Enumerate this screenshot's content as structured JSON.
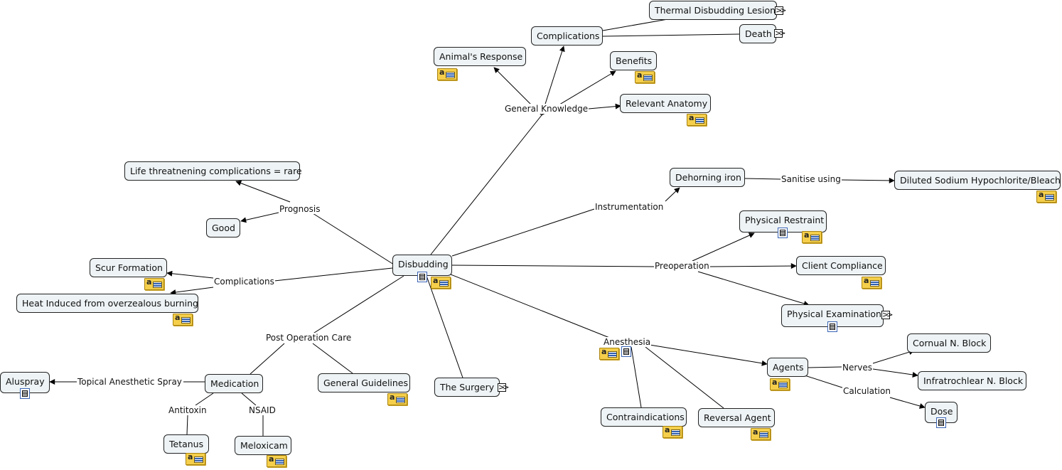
{
  "nodes": {
    "disbudding": "Disbudding",
    "animals_response": "Animal's Response",
    "complications_top": "Complications",
    "thermal_lesion": "Thermal Disbudding Lesion",
    "death": "Death",
    "benefits": "Benefits",
    "relevant_anatomy": "Relevant Anatomy",
    "life_threatening": "Life threatnening complications = rare",
    "good": "Good",
    "scur_formation": "Scur Formation",
    "heat_induced": "Heat Induced from overzealous burning",
    "dehorning_iron": "Dehorning iron",
    "diluted_sodium": "Diluted Sodium Hypochlorite/Bleach",
    "physical_restraint": "Physical Restraint",
    "client_compliance": "Client Compliance",
    "physical_examination": "Physical Examination",
    "aluspray": "Aluspray",
    "medication": "Medication",
    "general_guidelines": "General Guidelines",
    "the_surgery": "The Surgery",
    "tetanus": "Tetanus",
    "meloxicam": "Meloxicam",
    "agents": "Agents",
    "cornual_block": "Cornual N. Block",
    "infratrochlear_block": "Infratrochlear N. Block",
    "dose": "Dose",
    "contraindications": "Contraindications",
    "reversal_agent": "Reversal Agent"
  },
  "labels": {
    "general_knowledge": "General Knowledge",
    "prognosis": "Prognosis",
    "complications_left": "Complications",
    "instrumentation": "Instrumentation",
    "sanitise_using": "Sanitise using",
    "preoperation": "Preoperation",
    "post_operation_care": "Post Operation Care",
    "topical_anesthetic_spray": "Topical Anesthetic Spray",
    "antitoxin": "Antitoxin",
    "nsaid": "NSAID",
    "anesthesia": "Anesthesia",
    "nerves": "Nerves",
    "calculation": "Calculation"
  },
  "icons": {
    "note": "annotation-note-icon",
    "doc": "document-icon",
    "expand": "expand-double-chevron-icon"
  }
}
